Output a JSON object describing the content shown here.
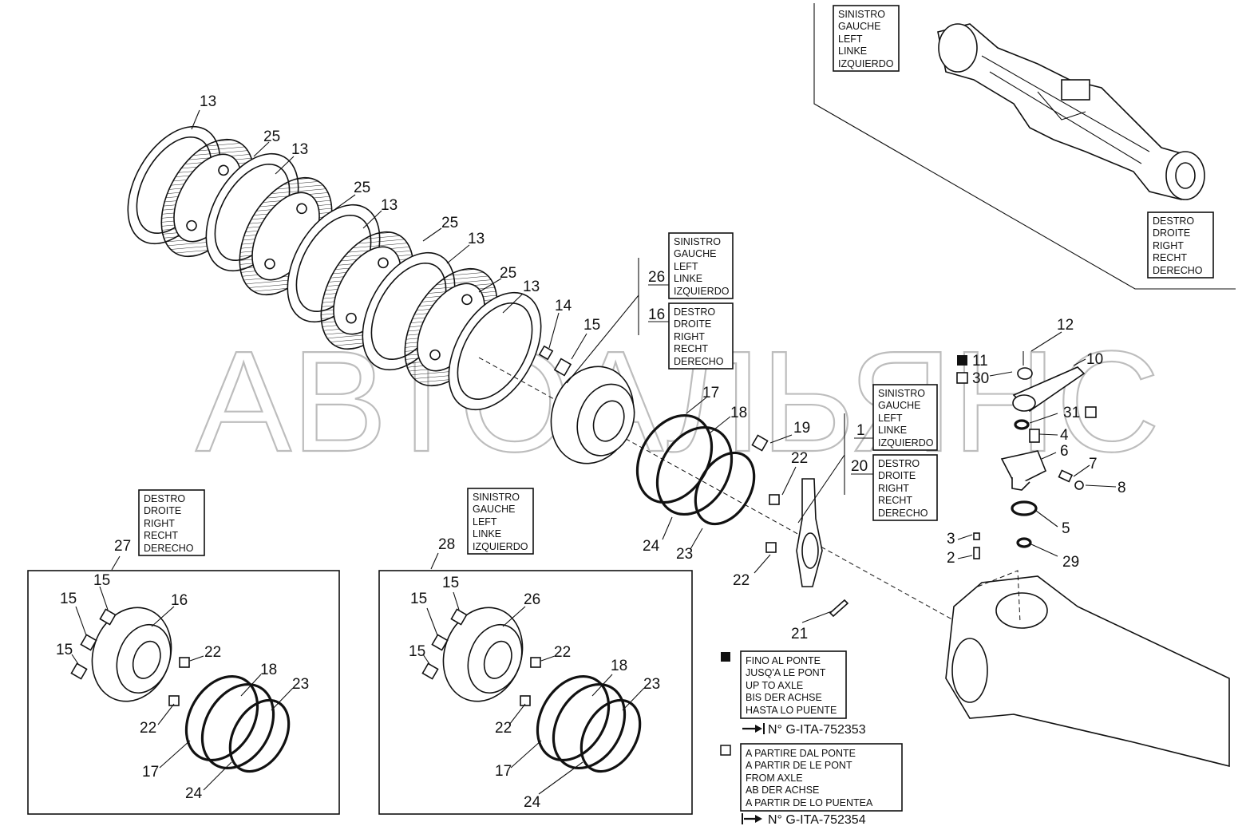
{
  "watermark": "АВТОАЛЬЯНС",
  "langs_left": [
    "SINISTRO",
    "GAUCHE",
    "LEFT",
    "LINKE",
    "IZQUIERDO"
  ],
  "langs_right": [
    "DESTRO",
    "DROITE",
    "RIGHT",
    "RECHT",
    "DERECHO"
  ],
  "fino_note": [
    "FINO AL PONTE",
    "JUSQ'A LE PONT",
    "UP TO AXLE",
    "BIS DER ACHSE",
    "HASTA LO PUENTE"
  ],
  "fino_serial": "N° G-ITA-752353",
  "partire_note": [
    "A PARTIRE DAL PONTE",
    "A PARTIR DE LE PONT",
    "FROM AXLE",
    "AB DER ACHSE",
    "A PARTIR DE LO PUENTEA"
  ],
  "partire_serial": "N° G-ITA-752354",
  "callouts": {
    "c13": "13",
    "c25": "25",
    "c14": "14",
    "c15": "15",
    "c17": "17",
    "c18": "18",
    "c19": "19",
    "c22": "22",
    "c24": "24",
    "c23": "23",
    "c21": "21",
    "c26": "26",
    "c16": "16",
    "c1": "1",
    "c20": "20",
    "c12": "12",
    "c11": "11",
    "c30": "30",
    "c10": "10",
    "c31": "31",
    "c4": "4",
    "c6": "6",
    "c7": "7",
    "c8": "8",
    "c5": "5",
    "c3": "3",
    "c2": "2",
    "c29": "29",
    "c27": "27",
    "c28": "28"
  }
}
